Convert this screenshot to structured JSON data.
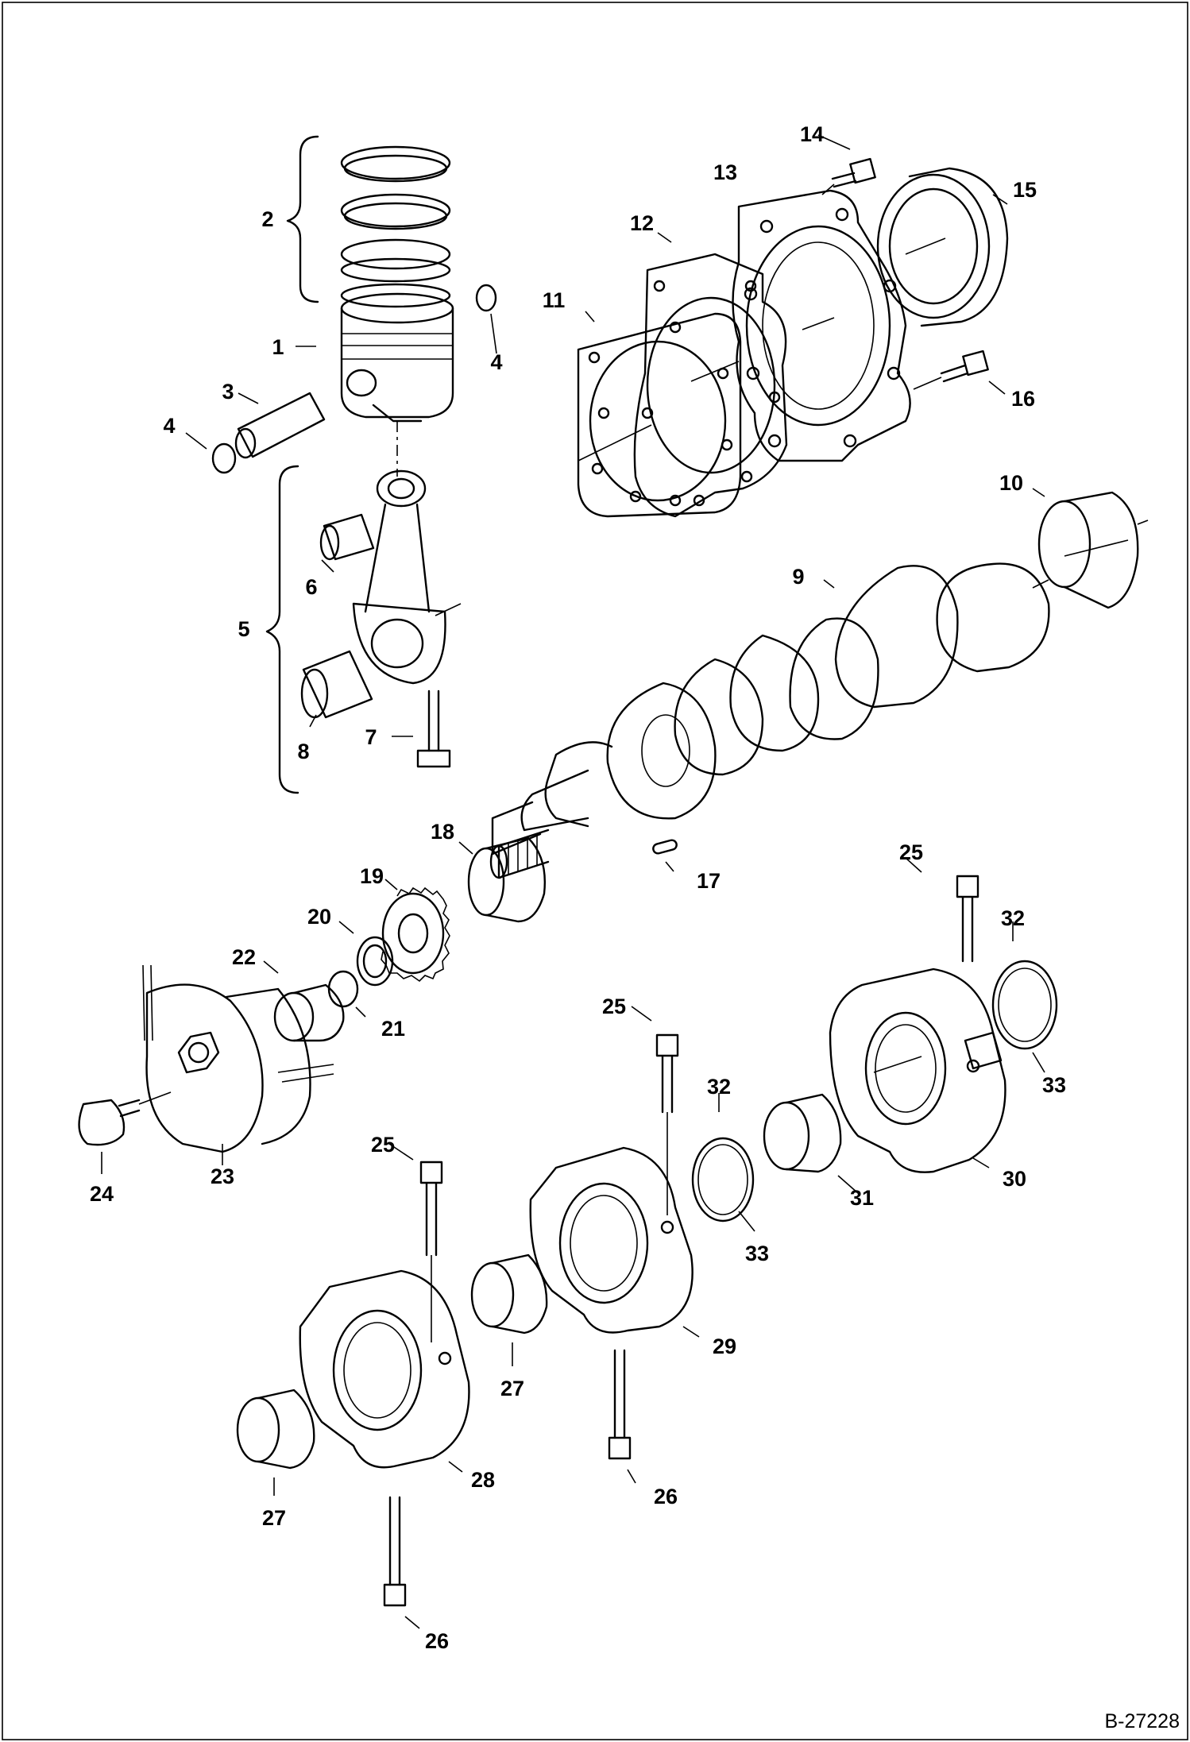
{
  "reference_code": "B-27228",
  "callouts": [
    "1",
    "2",
    "3",
    "4",
    "5",
    "6",
    "7",
    "8",
    "9",
    "10",
    "11",
    "12",
    "13",
    "14",
    "15",
    "16",
    "17",
    "18",
    "19",
    "20",
    "21",
    "22",
    "23",
    "24",
    "25",
    "26",
    "27",
    "28",
    "29",
    "30",
    "31",
    "32",
    "33"
  ]
}
